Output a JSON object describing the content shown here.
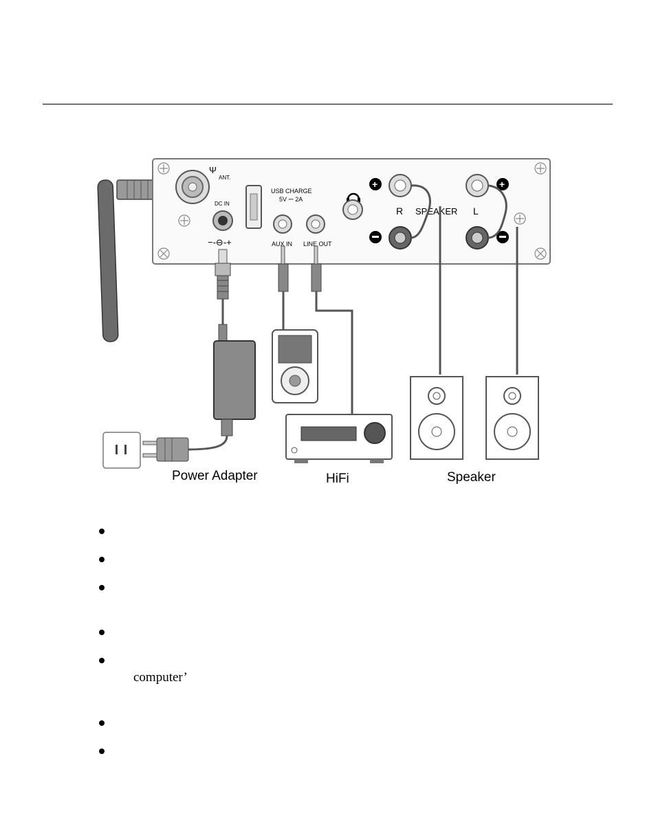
{
  "panel": {
    "ant": "ANT.",
    "dc_in": "DC IN",
    "dc_polarity": "−-⊖-+",
    "usb_line1": "USB CHARGE",
    "usb_line2": "5V ⎓ 2A",
    "aux_in": "AUX IN",
    "line_out": "LINE OUT",
    "speaker_r": "R",
    "speaker_label": "SPEAKER",
    "speaker_l": "L"
  },
  "captions": {
    "power_adapter": "Power Adapter",
    "hifi": "HiFi",
    "speaker": "Speaker"
  },
  "bullet_list": {
    "continuation_text": "computer’"
  }
}
